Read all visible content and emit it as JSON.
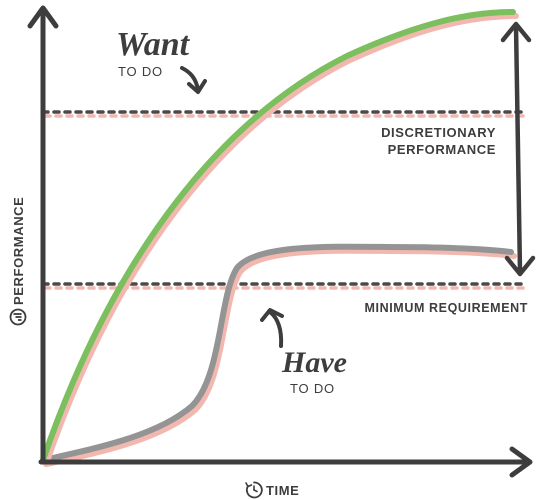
{
  "labels": {
    "y_axis": "PERFORMANCE",
    "x_axis": "TIME",
    "discretionary_line1": "DISCRETIONARY",
    "discretionary_line2": "PERFORMANCE",
    "minimum_requirement": "MINIMUM REQUIREMENT",
    "want_word": "Want",
    "want_sub": "TO DO",
    "have_word": "Have",
    "have_sub": "TO DO"
  },
  "colors": {
    "ink": "#3d3d3d",
    "want_curve": "#7cbf5e",
    "have_curve": "#949494",
    "shadow": "#f2b8b0"
  },
  "icons": {
    "y_axis_icon": "bar-chart-icon",
    "x_axis_icon": "clock-icon"
  }
}
